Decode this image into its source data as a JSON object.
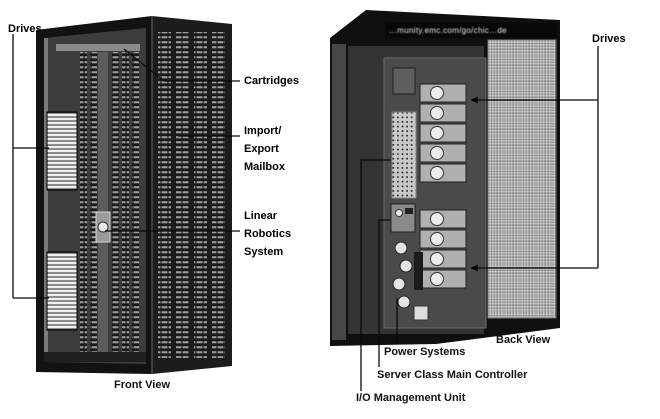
{
  "figure": {
    "front": {
      "drives": "Drives",
      "cartridges": "Cartridges",
      "import_export": "Import/\nExport\nMailbox",
      "robotics": "Linear\nRobotics\nSystem",
      "caption": "Front View"
    },
    "back": {
      "drives": "Drives",
      "watermark": "…munity.emc.com/go/chic…de",
      "power": "Power Systems",
      "controller": "Server Class Main Controller",
      "io": "I/O Management Unit",
      "caption": "Back View"
    }
  },
  "colors": {
    "background": "#ffffff",
    "cabinet_dark": "#121212",
    "panel_gray": "#3c3c3c",
    "leader_line": "#0a0a0a",
    "label_text": "#000000"
  }
}
